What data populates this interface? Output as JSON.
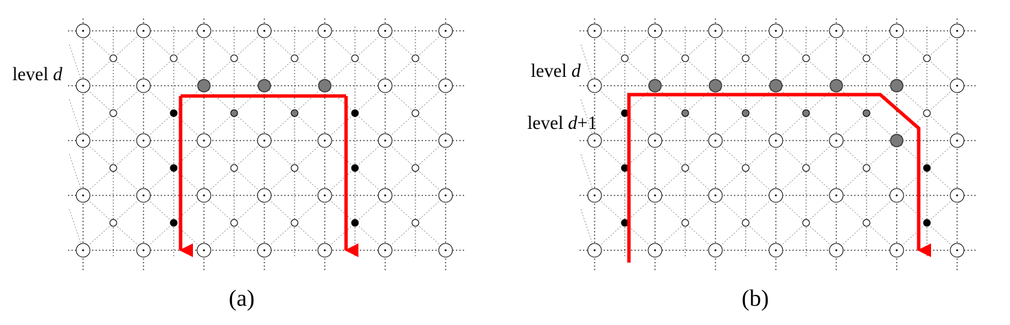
{
  "colors": {
    "grid": "#000000",
    "diag": "#9a9a9a",
    "path": "#ff0000",
    "gray_node": "#7a7a7a",
    "black_node": "#000000",
    "white_node": "#ffffff"
  },
  "panel_a": {
    "caption": "(a)",
    "level_d_word": "level",
    "level_d_var": "d"
  },
  "panel_b": {
    "caption": "(b)",
    "level_d_word": "level",
    "level_d_var": "d",
    "level_d1_word": "level",
    "level_d1_var": "d",
    "level_d1_suffix": "+1"
  }
}
